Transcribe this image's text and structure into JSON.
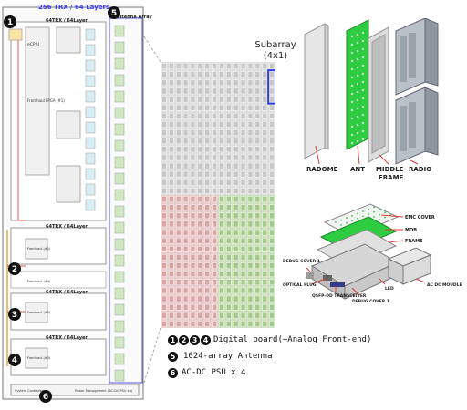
{
  "block_diagram": {
    "title": "256 TRX / 64 Layers",
    "title_color": "#3a3af0",
    "markers": [
      "1",
      "2",
      "3",
      "4",
      "5",
      "6"
    ],
    "antenna_array_label": "Antenna Array",
    "section_labels": [
      "64TRX / 64Layer",
      "64TRX / 64Layer",
      "64TRX / 64Layer",
      "64TRX / 64Layer"
    ],
    "cpri_label": "eCPRI",
    "fronthaul_label": "Fronthaul FPGA (#1)",
    "small_fronthaul_labels": [
      "Fronthaul (#1)",
      "Fronthaul (#2)",
      "Fronthaul (#3)",
      "Fronthaul (#4)"
    ],
    "footer_left": "System Controller",
    "footer_right": "Power Management (AC-DC PSU x4)"
  },
  "subarray": {
    "label_line1": "Subarray",
    "label_line2": "(4x1)",
    "highlight_color": "#2b3fd6"
  },
  "antenna_grid": {
    "colors": [
      "#c7c7c7",
      "#d9a6a6",
      "#a6c88a"
    ]
  },
  "explode_labels": {
    "radome": "RADOME",
    "ant": "ANT",
    "middle": "MIDDLE",
    "frame": "FRAME",
    "radio": "RADIO",
    "ant_color": "#2ecc40"
  },
  "module_labels": {
    "emc_cover": "EMC COVER",
    "mob": "MOB",
    "frame": "FRAME",
    "debug_cover_1": "DEBUG COVER 1",
    "optical_plug": "OPTICAL PLUG",
    "qsfp": "QSFP-DD TRANSCEIVER",
    "debug_cover_2": "DEBUG COVER 1",
    "led": "LED",
    "ac_dc": "AC DC MOUDLE"
  },
  "legend": {
    "line1_markers": [
      "1",
      "2",
      "3",
      "4"
    ],
    "line1_text": "Digital board(+Analog Front-end)",
    "line2_marker": "5",
    "line2_text": "1024-array Antenna",
    "line3_marker": "6",
    "line3_text": "AC-DC PSU x 4"
  }
}
